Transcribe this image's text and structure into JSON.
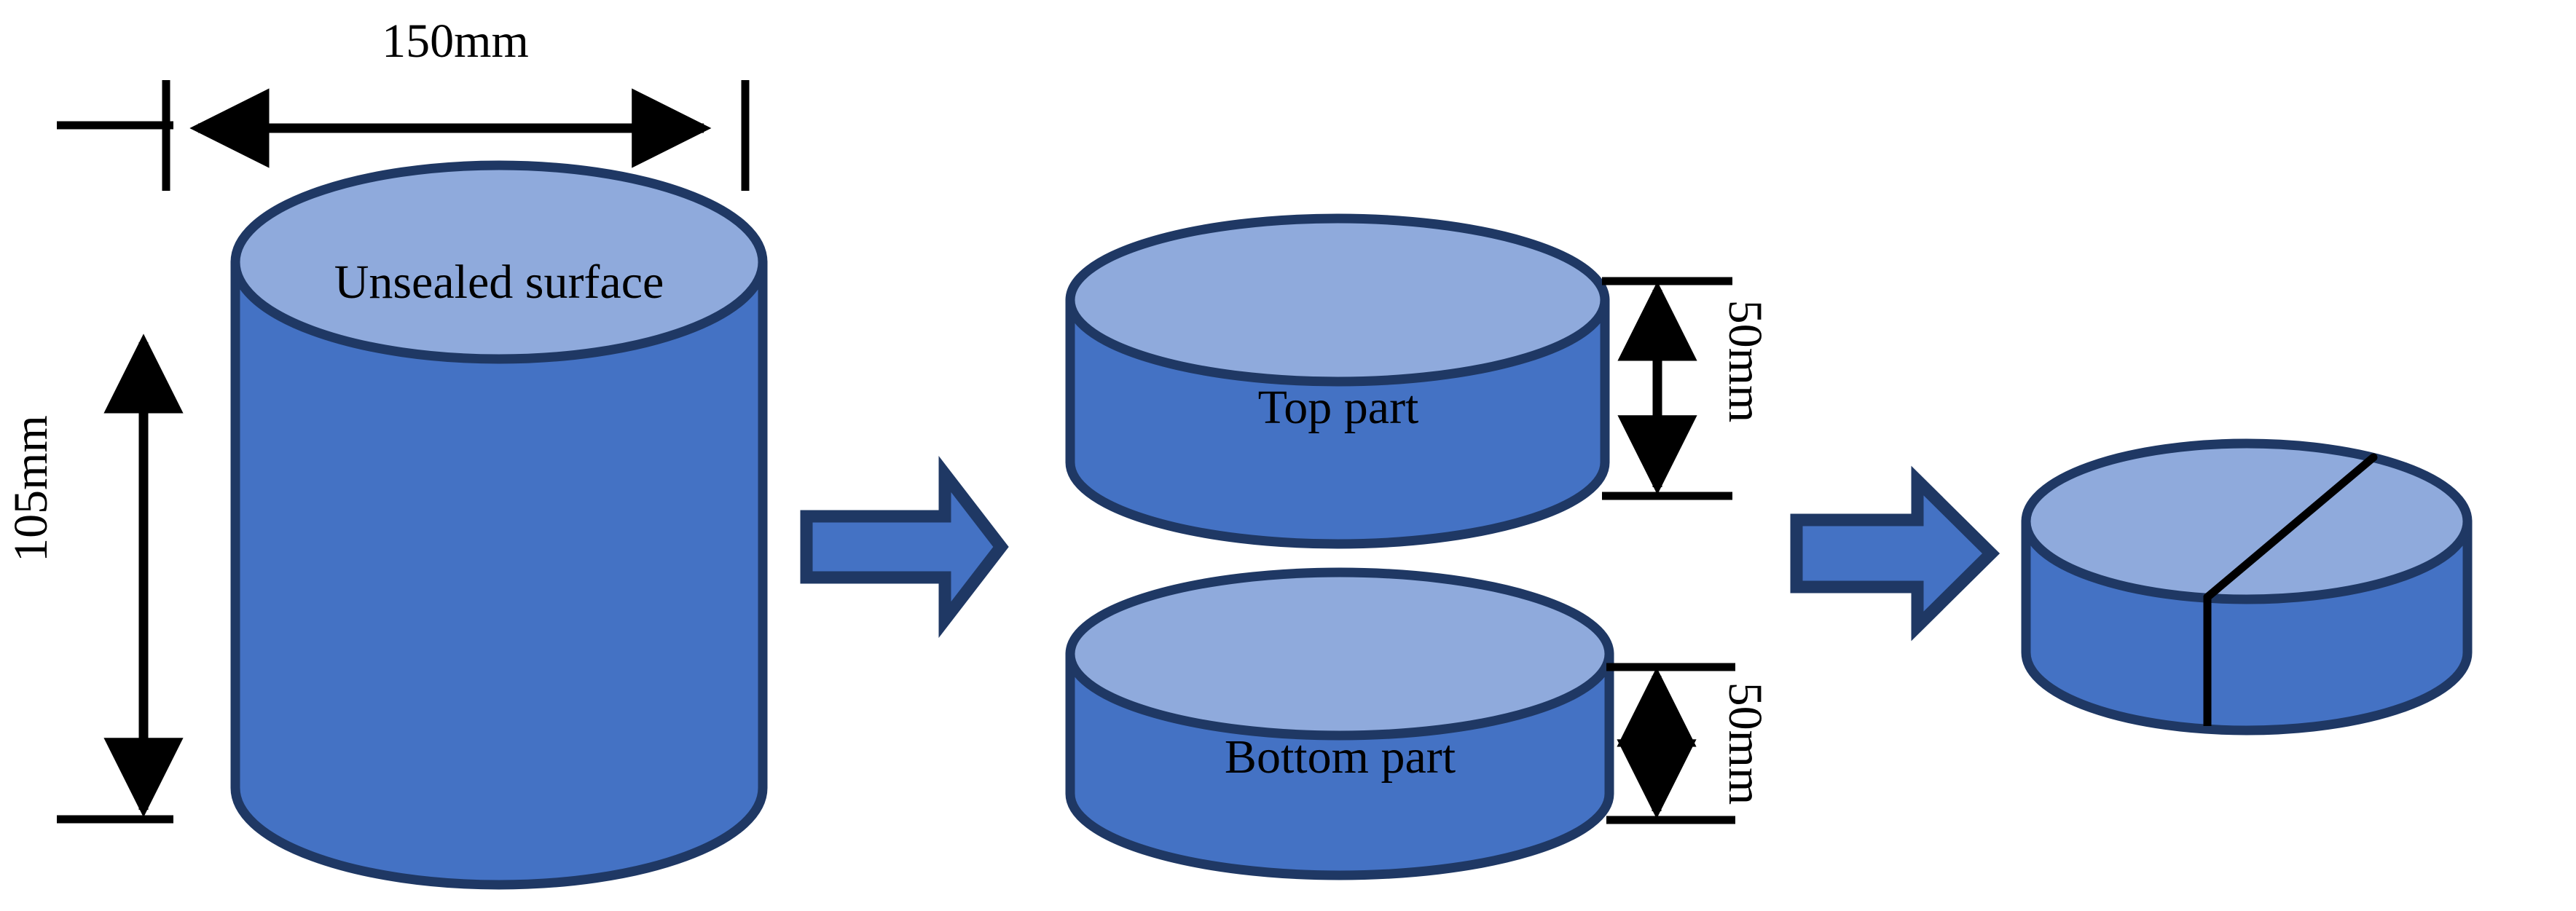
{
  "figure": {
    "kind": "process-diagram",
    "description": "Concrete cylinder specimen preparation: full cylinder is cut into a top part and a bottom part, then split into segments",
    "background_color": "#FFFFFF",
    "palette": {
      "body_fill": "#4472C4",
      "top_face_fill": "#8FAADC",
      "outline": "#1F3864",
      "dimension_line": "#000000",
      "text": "#000000"
    }
  },
  "stage_1": {
    "name": "full-cylinder",
    "top_face_label": "Unsealed surface",
    "dimensions": {
      "diameter": {
        "value": "150mm",
        "orientation": "horizontal"
      },
      "height": {
        "value": "105mm",
        "orientation": "vertical-rotated-ccw"
      }
    }
  },
  "stage_2": {
    "name": "cut-cylinders",
    "parts": [
      {
        "label": "Top part",
        "dimension": {
          "value": "50mm",
          "orientation": "vertical-rotated-cw"
        }
      },
      {
        "label": "Bottom part",
        "dimension": {
          "value": "50mm",
          "orientation": "vertical-rotated-cw"
        }
      }
    ]
  },
  "stage_3": {
    "name": "split-disc",
    "label": "",
    "has_chord_cut": true,
    "has_vertical_split": true
  },
  "arrows": [
    {
      "name": "process-arrow-1",
      "direction": "right"
    },
    {
      "name": "process-arrow-2",
      "direction": "right"
    }
  ]
}
